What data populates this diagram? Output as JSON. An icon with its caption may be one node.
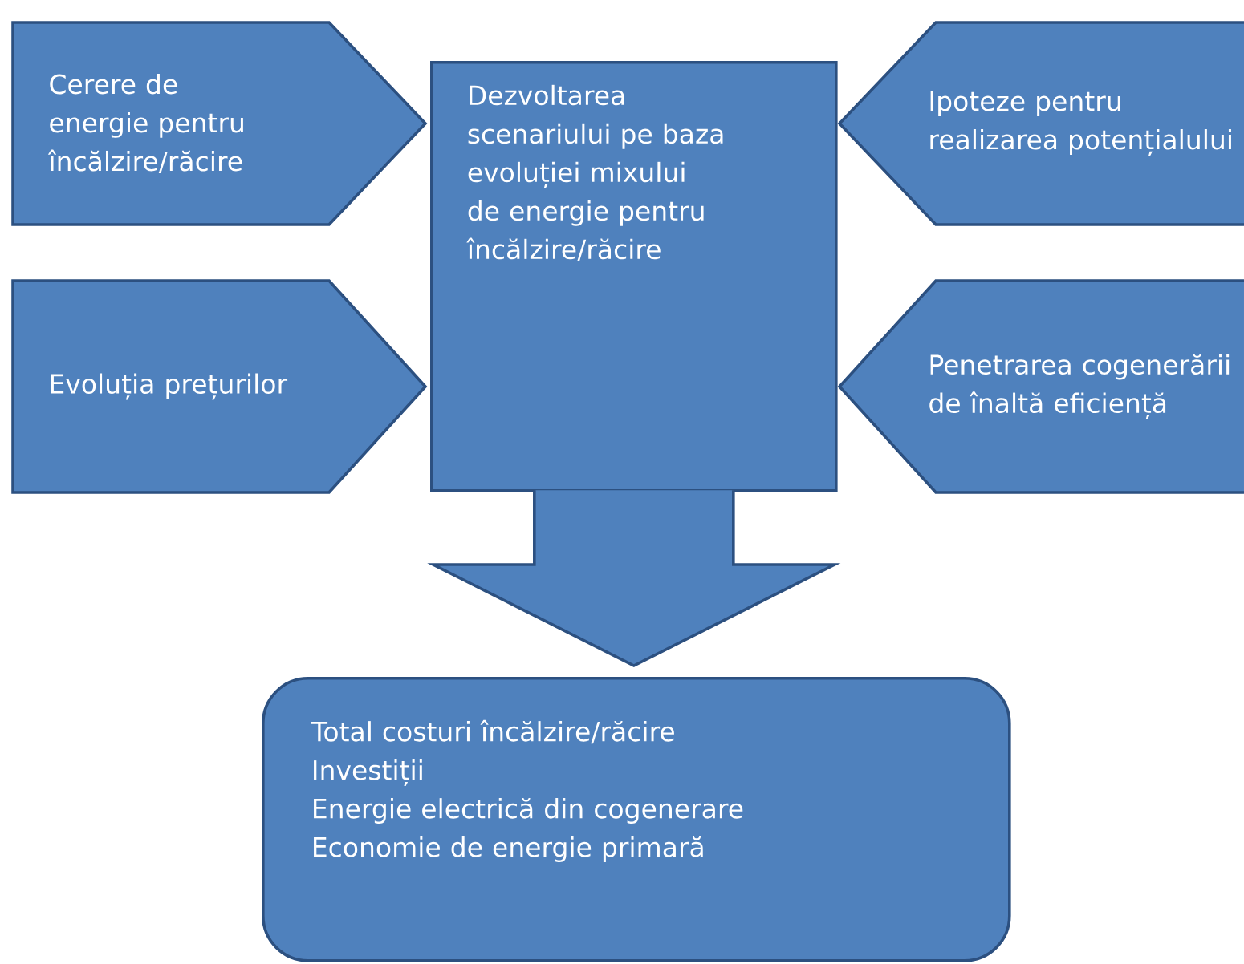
{
  "diagram": {
    "nodes": [
      {
        "text": [
          "Cerere de energie pentru încălzire/răcire"
        ]
      },
      {
        "text": [
          "Evoluția prețurilor"
        ]
      },
      {
        "text": [
          "Dezvoltarea scenariului pe baza evoluției mixului de energie pentru încălzire/răcire"
        ]
      },
      {
        "text": [
          "Ipoteze pentru realizarea potențialului"
        ]
      },
      {
        "text": [
          "Penetrarea cogenerării de înaltă eficiență"
        ]
      },
      {
        "text": [
          "Total costuri încălzire/răcire",
          "Investiții",
          "Energie electrică din cogenerare",
          "Economie de energie primară"
        ]
      }
    ],
    "edges": [
      {
        "from": 2,
        "to": 5,
        "arrow": "to",
        "style": "thick"
      }
    ]
  }
}
